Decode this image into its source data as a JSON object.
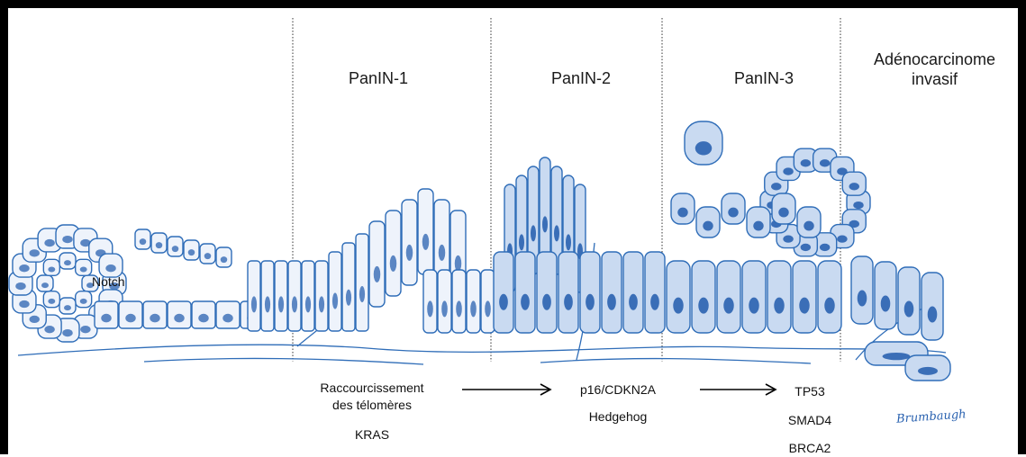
{
  "stages": [
    "PanIN-1",
    "PanIN-2",
    "PanIN-3",
    "Adénocarcinome\ninvasif"
  ],
  "labels": {
    "notch": "Notch",
    "group1": "Raccourcissement\ndes télomères",
    "kras": "KRAS",
    "group2": "p16/CDKN2A",
    "hedgehog": "Hedgehog",
    "tp53": "TP53",
    "smad4": "SMAD4",
    "brca2": "BRCA2",
    "signature": "Brumbaugh"
  },
  "colors": {
    "cell_stroke": "#2f6db8",
    "nucleus": "#2a62b0",
    "cytoplasm": "#eef3fb",
    "frame": "#000000"
  }
}
